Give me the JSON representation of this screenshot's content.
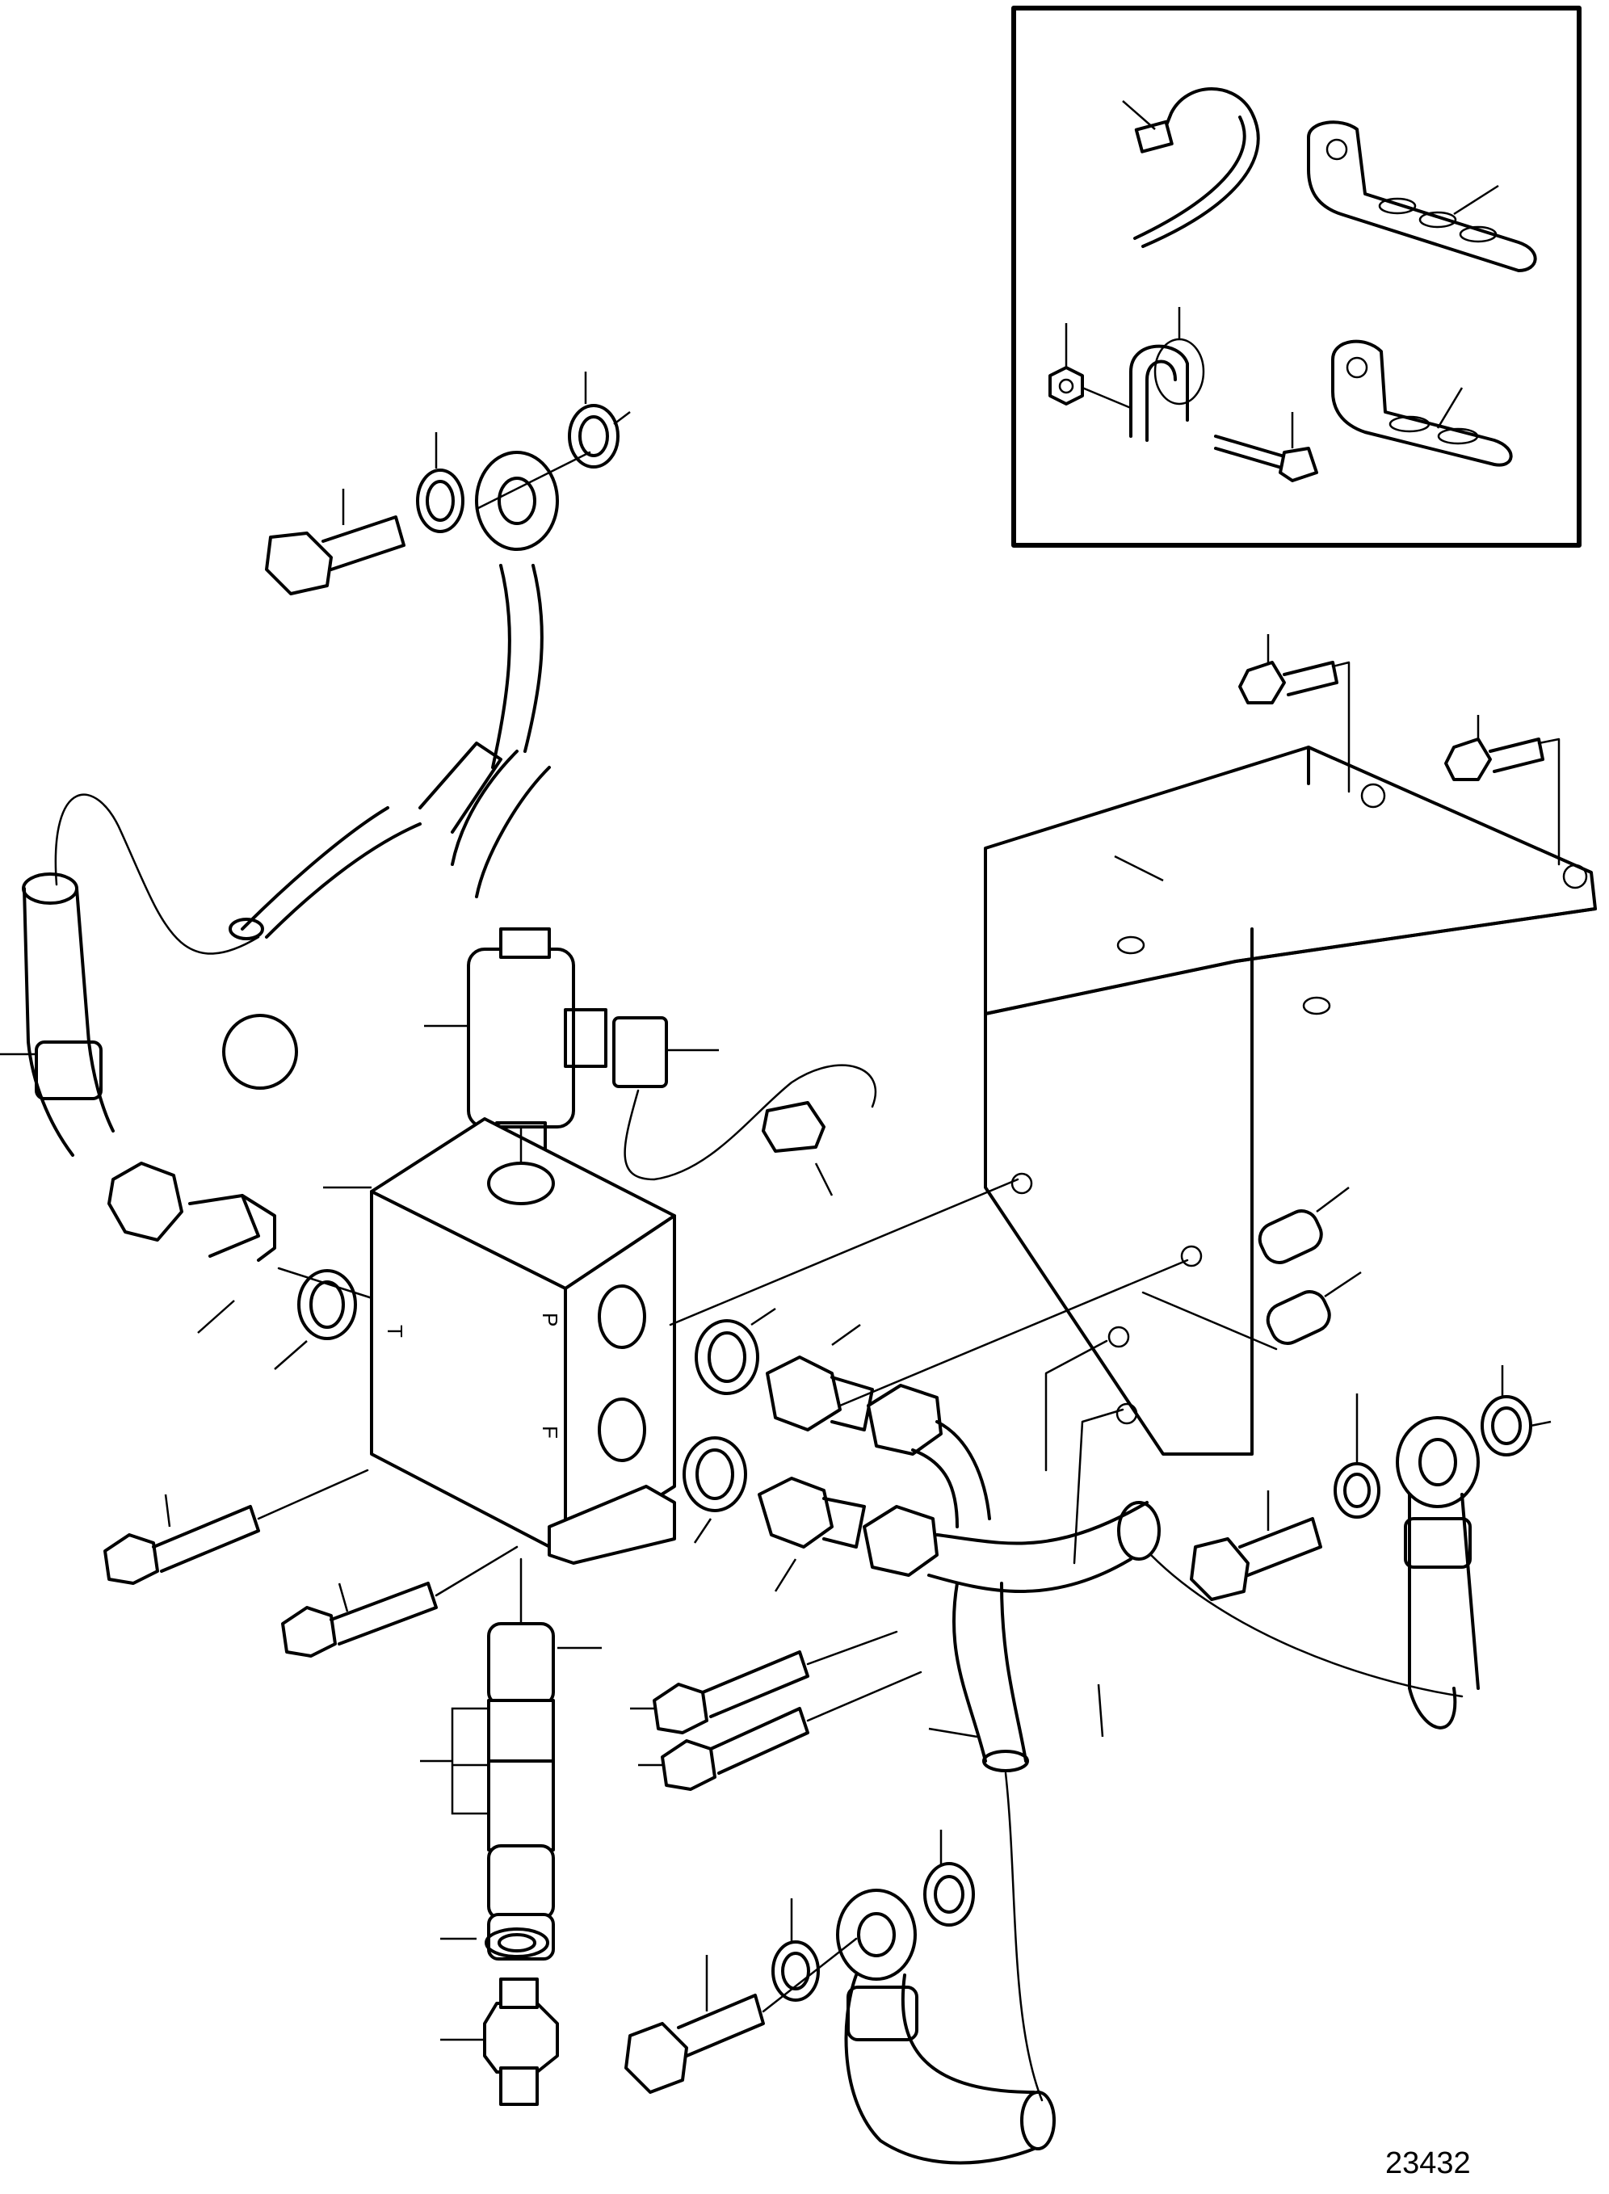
{
  "diagram": {
    "reference_number": "23432",
    "valve_block_port_labels": [
      "T",
      "P",
      "F"
    ]
  }
}
